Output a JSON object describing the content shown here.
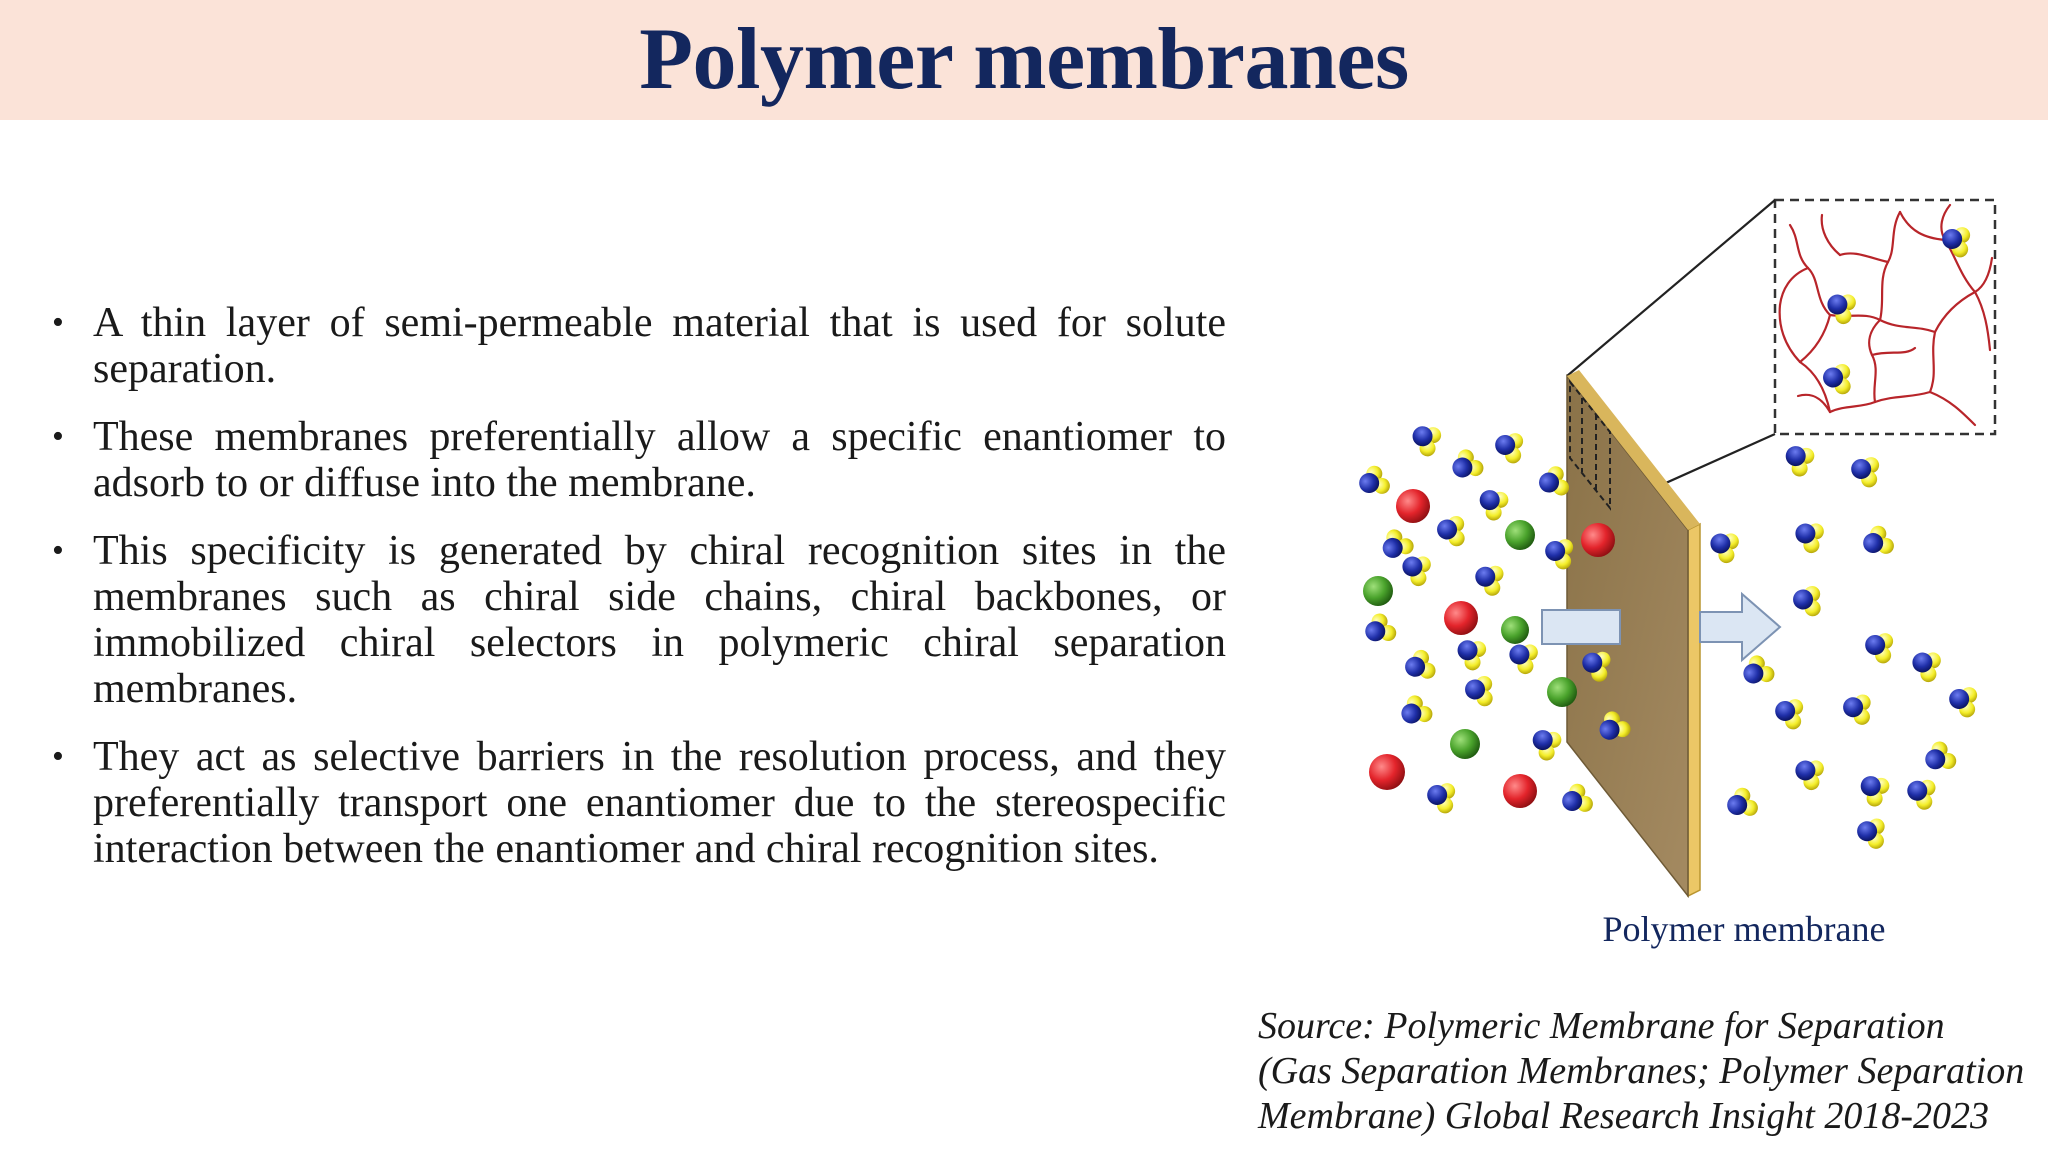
{
  "slide": {
    "title": "Polymer membranes",
    "bullets": [
      "A thin layer of semi-permeable material that is used for solute separation.",
      "These membranes preferentially allow a specific enantiomer to adsorb to or diffuse into the membrane.",
      "This specificity is generated by chiral recognition sites in the membranes such as chiral side chains, chiral backbones, or immobilized chiral selectors in polymeric chiral separation membranes.",
      "They act as selective barriers in the resolution process, and they preferentially transport one enantiomer due to the stereospecific interaction between the enantiomer and chiral recognition sites."
    ],
    "bullet_symbol": "•",
    "figure_caption": "Polymer membrane",
    "source_lines": [
      "Source: Polymeric Membrane for Separation",
      "(Gas Separation Membranes; Polymer Separation",
      "Membrane) Global Research Insight 2018-2023"
    ]
  },
  "colors": {
    "title_band": "#fbe3d8",
    "title_text": "#13275e",
    "membrane_face": "#9b825a",
    "membrane_edge": "#ecc766",
    "sphere_red": "#e3242b",
    "sphere_green": "#4aa32c",
    "molecule_blue": "#1f2fa8",
    "molecule_yellow": "#f4ee2a",
    "network_red": "#b8252a",
    "arrow_fill": "#dbe6f3"
  }
}
